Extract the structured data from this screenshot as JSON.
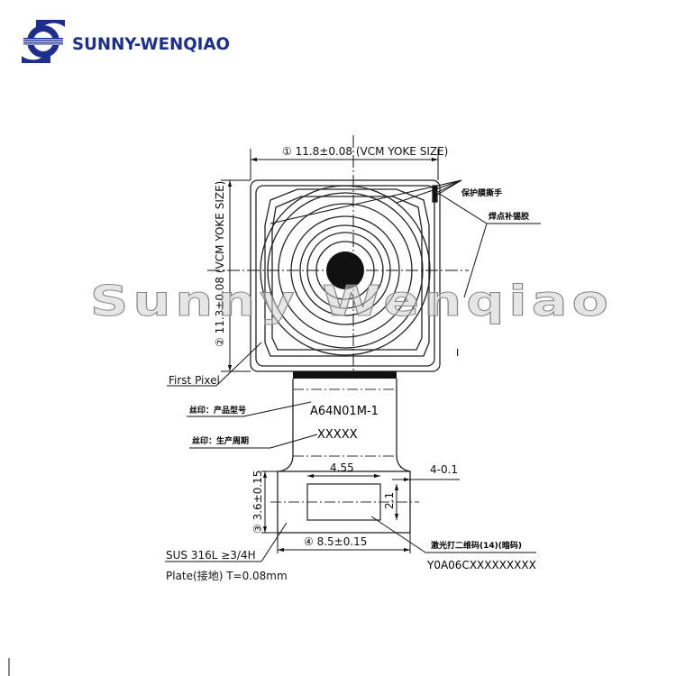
{
  "logo": {
    "brand": "SUNNY-WENQIAO",
    "color": "#1c2f8f"
  },
  "watermark": "Sunny Wenqiao",
  "drawing": {
    "dim_width": "① 11.8±0.08 (VCM YOKE SIZE)",
    "dim_height": "② 11.3±0.08 (VCM YOKE SIZE)",
    "label_protect_film": "保护膜撕手",
    "label_solder": "焊点补锡胶",
    "first_pixel": "First Pixel",
    "silk_model_label": "丝印：产品型号",
    "model": "A64N01M-1",
    "silk_date_label": "丝印：生产周期",
    "date_code": "XXXXX",
    "dim_455": "4.55",
    "dim_4_01": "4-0.1",
    "dim_21": "2.1",
    "dim_36": "③ 3.6±0.15",
    "dim_85": "④ 8.5±0.15",
    "laser_label": "激光打二维码(14)(暗码)",
    "qr_code": "Y0A06CXXXXXXXXX",
    "material": "SUS 316L ≥3/4H",
    "plate": "Plate(接地) T=0.08mm",
    "mark_i": "I"
  }
}
